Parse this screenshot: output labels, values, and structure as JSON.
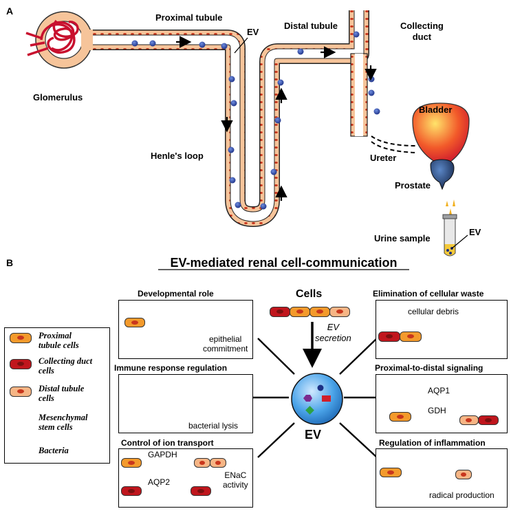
{
  "panel_a": {
    "panel_letter": "A",
    "labels": {
      "proximal_tubule": "Proximal tubule",
      "distal_tubule": "Distal tubule",
      "collecting_duct": "Collecting\nduct",
      "glomerulus": "Glomerulus",
      "henles_loop": "Henle's loop",
      "ev_tubule": "EV",
      "bladder": "Bladder",
      "ureter": "Ureter",
      "prostate": "Prostate",
      "urine_sample": "Urine sample",
      "ev_sample": "EV"
    }
  },
  "panel_b": {
    "panel_letter": "B",
    "title": "EV-mediated renal cell-communication",
    "center": {
      "cells_label": "Cells",
      "secretion_label": "EV\nsecretion",
      "ev_label": "EV"
    },
    "boxes": {
      "developmental": {
        "title": "Developmental role",
        "note": "epithelial\ncommitment"
      },
      "immune": {
        "title": "Immune response regulation",
        "note": "bacterial lysis"
      },
      "ion": {
        "title": "Control of ion transport",
        "label1": "GAPDH",
        "label2": "AQP2",
        "note": "ENaC\nactivity"
      },
      "waste": {
        "title": "Elimination of cellular waste",
        "note": "cellular debris"
      },
      "signaling": {
        "title": "Proximal-to-distal signaling",
        "label1": "AQP1",
        "label2": "GDH"
      },
      "inflammation": {
        "title": "Regulation of inflammation",
        "note": "radical production"
      }
    },
    "legend": [
      {
        "label": "Proximal\ntubule cells",
        "color": "#f39a2c"
      },
      {
        "label": "Collecting duct\ncells",
        "color": "#c0161d"
      },
      {
        "label": "Distal tubule\ncells",
        "color": "#f6b585"
      },
      {
        "label": "Mesenchymal\nstem cells",
        "color": "#2da143"
      },
      {
        "label": "Bacteria",
        "color": "#6a3fa0"
      }
    ]
  }
}
